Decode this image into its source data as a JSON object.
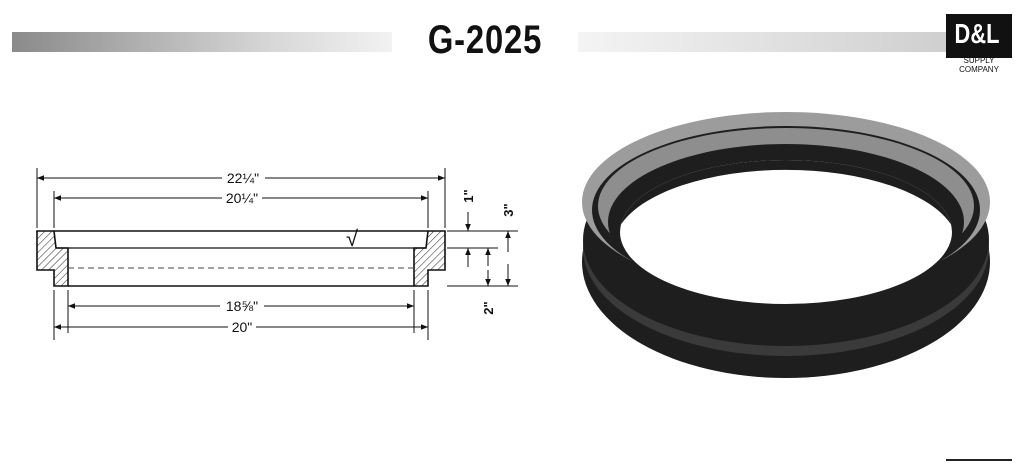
{
  "header": {
    "title": "G-2025",
    "logo_text": "D&L",
    "logo_subtext": "SUPPLY COMPANY"
  },
  "drawing": {
    "dim_overall_top": "22¼\"",
    "dim_inner_top": "20¼\"",
    "dim_inner_bottom": "18⅝\"",
    "dim_overall_bottom": "20\"",
    "dim_flange_height": "1\"",
    "dim_total_height": "3\"",
    "dim_body_height": "2\"",
    "check_mark": "√"
  },
  "colors": {
    "ring_dark": "#1e1e1e",
    "ring_top": "#9c9c9c",
    "hatch": "#333333"
  }
}
